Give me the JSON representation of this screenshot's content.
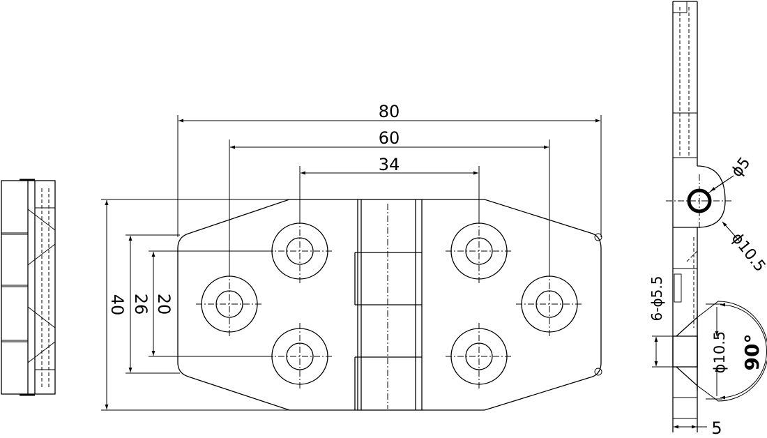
{
  "dimensions": {
    "overall_length": "80",
    "outer_hole_spacing": "60",
    "inner_hole_spacing": "34",
    "height": "40",
    "hole_row_spacing": "26",
    "inner_row_spacing": "20",
    "pin_diameter": "ϕ5",
    "knuckle_diameter": "ϕ10.5",
    "hole_count_diameter": "6-ϕ5.5",
    "countersink_diameter": "ϕ10.5",
    "countersink_angle": "90°",
    "plate_thickness": "5"
  }
}
